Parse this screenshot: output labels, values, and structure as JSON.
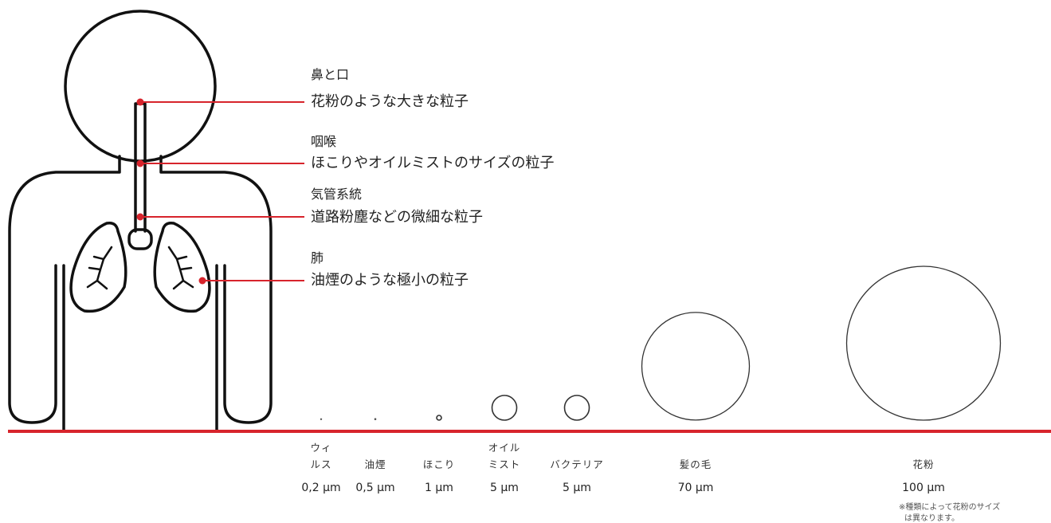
{
  "colors": {
    "accent": "#d7242c",
    "outline": "#111111"
  },
  "regions": [
    {
      "name": "鼻と口",
      "description": "花粉のような大きな粒子"
    },
    {
      "name": "咽喉",
      "description": "ほこりやオイルミストのサイズの粒子"
    },
    {
      "name": "気管系統",
      "description": "道路粉塵などの微細な粒子"
    },
    {
      "name": "肺",
      "description": "油煙のような極小の粒子"
    }
  ],
  "particles": [
    {
      "label_lines": [
        "ウィ",
        "ルス"
      ],
      "size_text": "0,2 µm",
      "size_um": 0.2
    },
    {
      "label_lines": [
        "油煙"
      ],
      "size_text": "0,5 µm",
      "size_um": 0.5
    },
    {
      "label_lines": [
        "ほこり"
      ],
      "size_text": "1 µm",
      "size_um": 1
    },
    {
      "label_lines": [
        "オイル",
        "ミスト"
      ],
      "size_text": "5 µm",
      "size_um": 5
    },
    {
      "label_lines": [
        "バクテリア"
      ],
      "size_text": "5 µm",
      "size_um": 5
    },
    {
      "label_lines": [
        "髪の毛"
      ],
      "size_text": "70 µm",
      "size_um": 70
    },
    {
      "label_lines": [
        "花粉"
      ],
      "size_text": "100 µm",
      "size_um": 100
    }
  ],
  "note_lines": [
    "※種類によって花粉のサイズ",
    "は異なります。"
  ]
}
